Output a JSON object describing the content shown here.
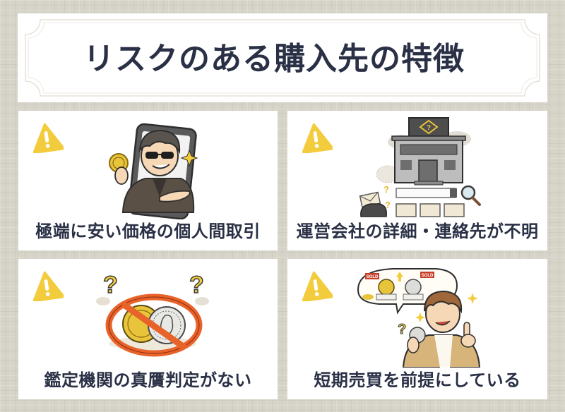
{
  "header": {
    "title": "リスクのある購入先の特徴"
  },
  "colors": {
    "background": "#d6d3c8",
    "panel": "#ffffff",
    "frame_border": "#e6e0d6",
    "text": "#2a3045",
    "warning_yellow": "#f2cc3c",
    "prohibit_orange": "#e8632a",
    "coin_gold": "#e8c43a",
    "coin_silver": "#d8d8d4"
  },
  "cards": [
    {
      "label": "極端に安い価格の個人間取引",
      "icon": "warning-icon",
      "illustration": "sunglasses-man-in-smartphone-holding-gold-coin"
    },
    {
      "label": "運営会社の詳細・連絡先が不明",
      "icon": "warning-icon",
      "illustration": "unknown-company-building-with-search-bar-envelope-phone-folders"
    },
    {
      "label": "鑑定機関の真贋判定がない",
      "icon": "warning-icon",
      "illustration": "coins-with-prohibition-sign-and-question-marks"
    },
    {
      "label": "短期売買を前提にしている",
      "icon": "warning-icon",
      "illustration": "young-man-thinking-of-sold-coins",
      "sold_tag": "SOLD"
    }
  ]
}
